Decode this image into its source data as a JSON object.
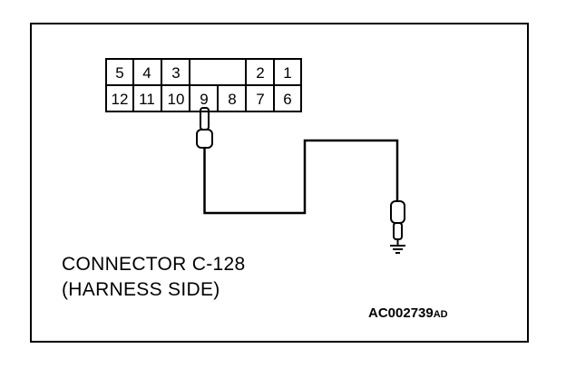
{
  "connector": {
    "top_row": [
      "5",
      "4",
      "3",
      "",
      "",
      "2",
      "1"
    ],
    "bottom_row": [
      "12",
      "11",
      "10",
      "9",
      "8",
      "7",
      "6"
    ]
  },
  "caption": {
    "line1": "CONNECTOR C-128",
    "line2": "(HARNESS SIDE)"
  },
  "figure_code": {
    "main": "AC002739",
    "suffix": "AD"
  }
}
